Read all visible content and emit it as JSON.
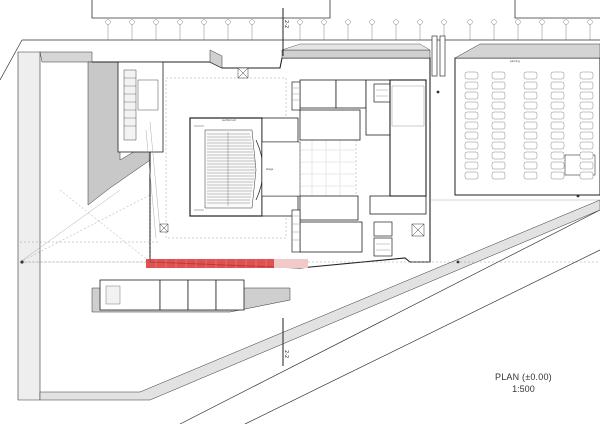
{
  "drawing": {
    "title": "PLAN (±0.00)",
    "scale": "1:500",
    "section_marks": [
      "2-2",
      "2-2"
    ],
    "colors": {
      "line": "#333333",
      "thin_line": "#888888",
      "shaded_wall": "#bdbdbd",
      "light_fill": "#e6e6e6",
      "highlight": "#d93a3a"
    }
  },
  "rooms": {
    "car_park": "parking",
    "auditorium": "auditorium",
    "stage": "stage"
  }
}
